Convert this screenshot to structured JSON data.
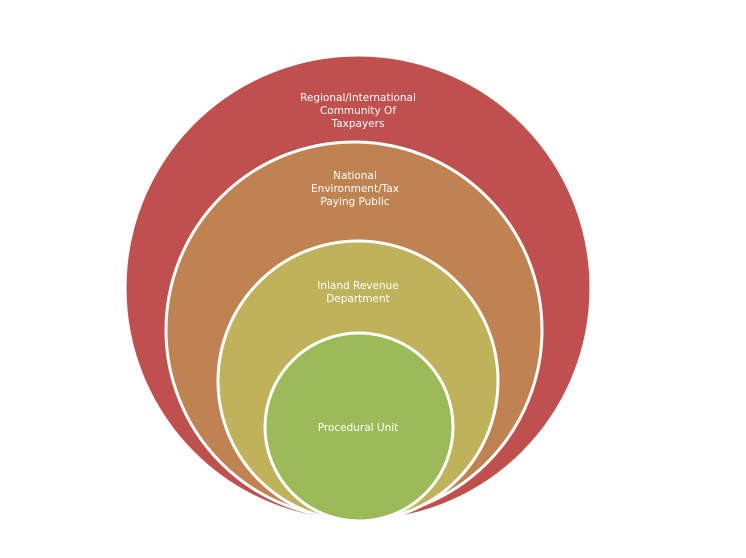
{
  "diagram": {
    "layers": [
      {
        "label": "Regional/International Community Of Taxpayers",
        "lines": [
          "Regional/International",
          "Community Of",
          "Taxpayers"
        ],
        "color": "#C0504D"
      },
      {
        "label": "National Environment/Tax Paying Public",
        "lines": [
          "National",
          "Environment/Tax",
          "Paying Public"
        ],
        "color": "#BE8350"
      },
      {
        "label": "Inland Revenue Department",
        "lines": [
          "Inland Revenue",
          "Department"
        ],
        "color": "#BEB25A"
      },
      {
        "label": "Procedural Unit",
        "lines": [
          "Procedural Unit"
        ],
        "color": "#9BBB59"
      }
    ]
  }
}
